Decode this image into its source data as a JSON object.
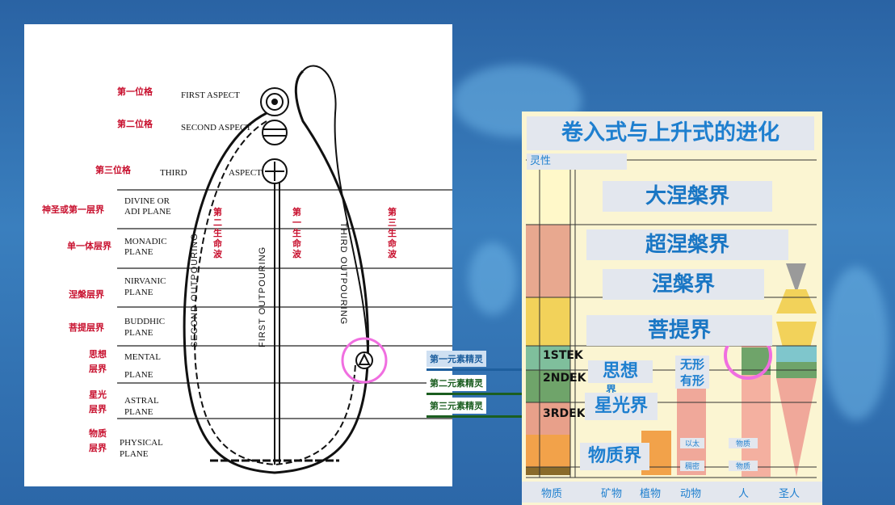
{
  "left_diagram": {
    "aspects": [
      {
        "zh": "第一位格",
        "en": "FIRST ASPECT"
      },
      {
        "zh": "第二位格",
        "en": "SECOND ASPECT"
      },
      {
        "zh": "第三位格",
        "en": "THIRD",
        "en2": "ASPECT"
      }
    ],
    "planes": [
      {
        "zh": "神圣或第一层界",
        "en1": "DIVINE OR",
        "en2": "ADI PLANE"
      },
      {
        "zh": "单一体层界",
        "en1": "MONADIC",
        "en2": "PLANE"
      },
      {
        "zh": "涅槃层界",
        "en1": "NIRVANIC",
        "en2": "PLANE"
      },
      {
        "zh": "菩提层界",
        "en1": "BUDDHIC",
        "en2": "PLANE"
      },
      {
        "zh1": "思想",
        "zh2": "层界",
        "en1": "MENTAL",
        "en2": "PLANE"
      },
      {
        "zh1": "星光",
        "zh2": "层界",
        "en1": "ASTRAL",
        "en2": "PLANE"
      },
      {
        "zh1": "物质",
        "zh2": "层界",
        "en1": "PHYSICAL",
        "en2": "PLANE"
      }
    ],
    "outpourings": {
      "second": "SECOND OUTPOURING",
      "first": "FIRST OUTPOURING",
      "third": "THIRD OUTPOURING"
    },
    "waves": [
      "第二生命波",
      "第一生命波",
      "第三生命波"
    ]
  },
  "elementals": [
    "第一元素精灵",
    "第二元素精灵",
    "第三元素精灵"
  ],
  "right_diagram": {
    "title": "卷入式与上升式的进化",
    "spirit": "灵性",
    "planes": [
      "大涅槃界",
      "超涅槃界",
      "涅槃界",
      "菩提界"
    ],
    "ek": [
      "1STEK",
      "2NDEK",
      "3RDEK"
    ],
    "mind": "思想",
    "mind_sub": "界",
    "astral": "星光界",
    "physical": "物质界",
    "formless": "无形",
    "formed": "有形",
    "animal_tags": [
      "以太",
      "稠密"
    ],
    "human_tags": [
      "物质",
      "物质"
    ],
    "bottom": [
      "物质",
      "矿物",
      "植物",
      "动物",
      "人",
      "圣人"
    ]
  },
  "colors": {
    "highlight_ring": "#f06ee0",
    "title_blue": "#1e7fcf",
    "red_label": "#c8102e"
  }
}
